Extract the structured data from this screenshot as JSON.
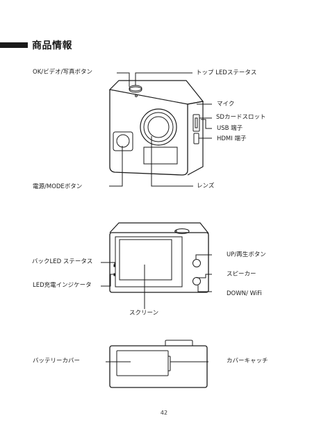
{
  "section_title": "商品情報",
  "page_number": "42",
  "diagram_front": {
    "labels": {
      "ok_button": "OK/ビデオ/写真ボタン",
      "top_led": "トップ LEDステータス",
      "mic": "マイク",
      "sd_slot": "SDカードスロット",
      "usb": "USB 端子",
      "hdmi": "HDMI 端子",
      "power": "電源/MODEボタン",
      "lens": "レンズ"
    }
  },
  "diagram_back": {
    "labels": {
      "back_led": "バックLED ステータス",
      "charge_led": "LED充電インジケータ",
      "screen": "スクリーン",
      "up_button": "UP/再生ボタン",
      "speaker": "スピーカー",
      "down_wifi": "DOWN/ WiFi"
    }
  },
  "diagram_bottom": {
    "labels": {
      "battery_cover": "バッテリーカバー",
      "cover_latch": "カバーキャッチ"
    }
  }
}
